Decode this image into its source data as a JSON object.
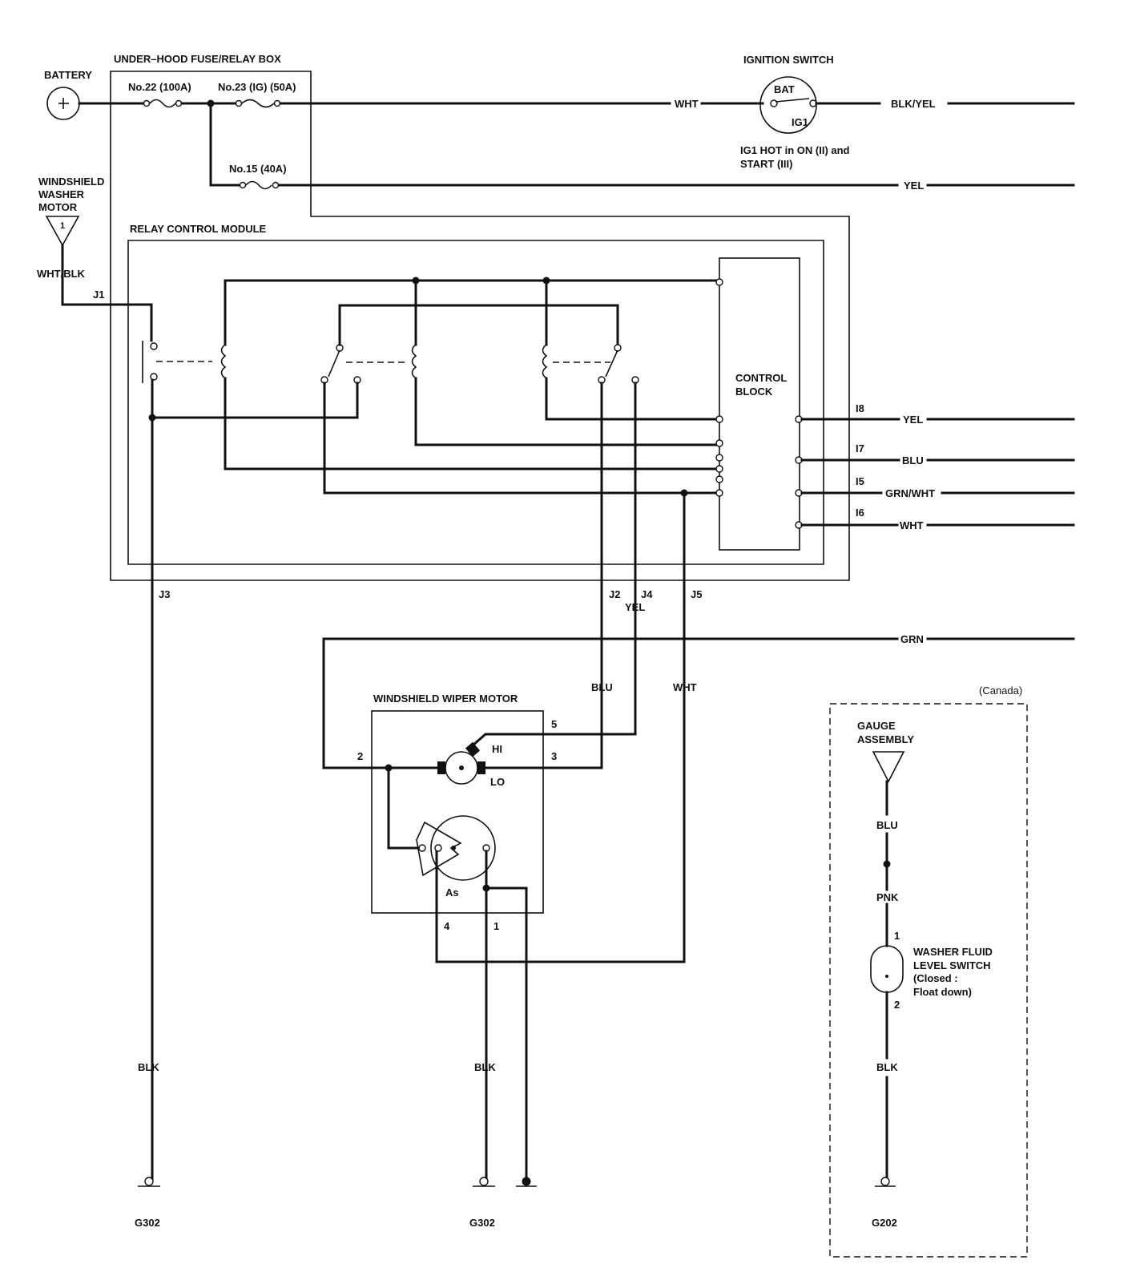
{
  "labels": {
    "fuse_box": "UNDER–HOOD FUSE/RELAY BOX",
    "battery": "BATTERY",
    "fuse22": "No.22 (100A)",
    "fuse23": "No.23 (IG) (50A)",
    "fuse15": "No.15 (40A)",
    "ignition_switch": "IGNITION SWITCH",
    "bat": "BAT",
    "ig1": "IG1",
    "ig1_note_1": "IG1 HOT in ON (II) and",
    "ig1_note_2": "START (III)",
    "washer_motor_1": "WINDSHIELD",
    "washer_motor_2": "WASHER",
    "washer_motor_3": "MOTOR",
    "washer_pin": "1",
    "relay_module": "RELAY CONTROL MODULE",
    "control_block_1": "CONTROL",
    "control_block_2": "BLOCK",
    "wiper_motor": "WINDSHIELD WIPER MOTOR",
    "hi": "HI",
    "lo": "LO",
    "as": "As",
    "canada": "(Canada)",
    "gauge_1": "GAUGE",
    "gauge_2": "ASSEMBLY",
    "level_switch_1": "WASHER FLUID",
    "level_switch_2": "LEVEL SWITCH",
    "level_switch_3": "(Closed :",
    "level_switch_4": "Float down)",
    "g302_left": "G302",
    "g302_mid": "G302",
    "g202": "G202"
  },
  "pins": {
    "j1": "J1",
    "j2": "J2",
    "j3": "J3",
    "j4": "J4",
    "j5": "J5",
    "i5": "I5",
    "i6": "I6",
    "i7": "I7",
    "i8": "I8",
    "m1": "1",
    "m2": "2",
    "m3": "3",
    "m4": "4",
    "m5": "5",
    "s1": "1",
    "s2": "2"
  },
  "wires": {
    "wht_ign": "WHT",
    "blk_yel": "BLK/YEL",
    "yel_top": "YEL",
    "wht_blk": "WHT/BLK",
    "yel_i8": "YEL",
    "blu_i7": "BLU",
    "grn_wht_i5": "GRN/WHT",
    "wht_i6": "WHT",
    "yel_j4": "YEL",
    "grn": "GRN",
    "blu_j2": "BLU",
    "wht_j5": "WHT",
    "blk_left": "BLK",
    "blk_mid": "BLK",
    "blu_gauge": "BLU",
    "pnk": "PNK",
    "blk_right": "BLK"
  }
}
